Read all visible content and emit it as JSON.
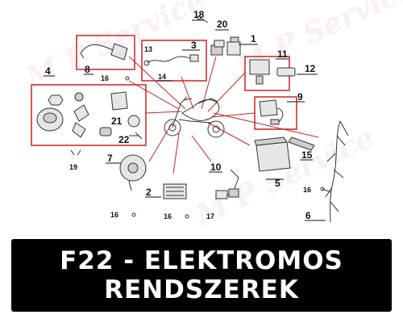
{
  "banner": {
    "line1": "F22 - ELEKTROMOS",
    "line2": "RENDSZEREK"
  },
  "watermark": "M P Service",
  "colors": {
    "callout_frame": "#cc2222",
    "banner_bg": "#000000",
    "banner_text": "#ffffff"
  },
  "callouts": {
    "c1": "1",
    "c2": "2",
    "c3": "3",
    "c4": "4",
    "c5": "5",
    "c6": "6",
    "c7": "7",
    "c8": "8",
    "c9": "9",
    "c10": "10",
    "c11": "11",
    "c12": "12",
    "c13": "13",
    "c14": "14",
    "c15": "15",
    "c16a": "16",
    "c16b": "16",
    "c16c": "16",
    "c16d": "16",
    "c17": "17",
    "c18": "18",
    "c19": "19",
    "c20": "20",
    "c21": "21",
    "c22": "22"
  }
}
